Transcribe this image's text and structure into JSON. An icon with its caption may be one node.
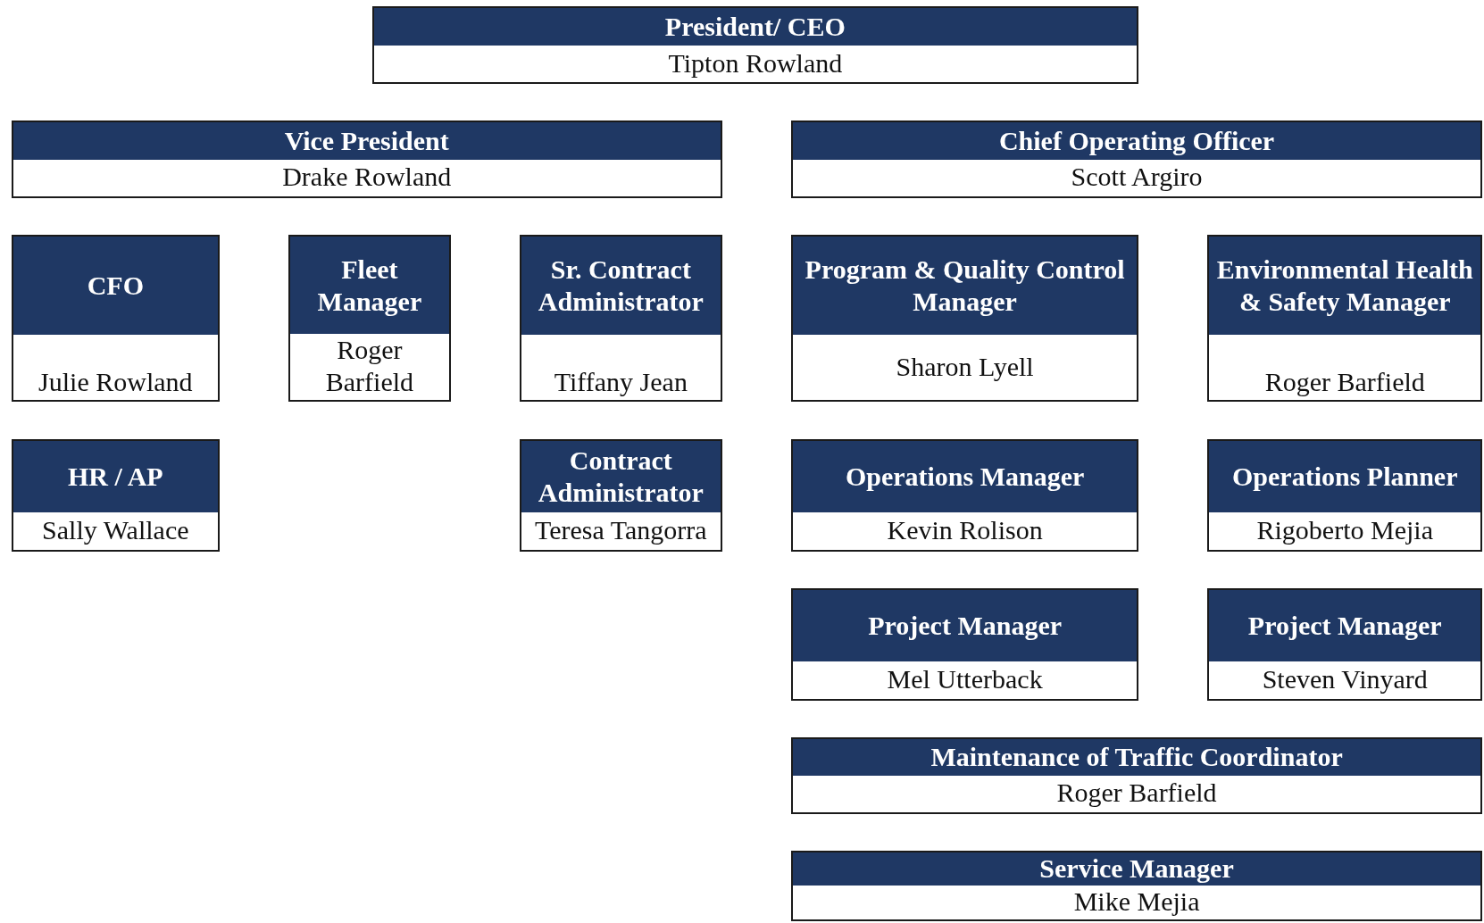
{
  "diagram": {
    "nodes": [
      {
        "text": [
          "President/ CEO",
          "Tipton Rowland"
        ]
      },
      {
        "text": [
          "Vice President",
          "Drake Rowland"
        ]
      },
      {
        "text": [
          "Chief Operating Officer",
          "Scott Argiro"
        ]
      },
      {
        "text": [
          "CFO",
          "Julie Rowland"
        ]
      },
      {
        "text": [
          "Fleet Manager",
          "Roger Barfield"
        ]
      },
      {
        "text": [
          "Sr. Contract Administrator",
          "Tiffany Jean"
        ]
      },
      {
        "text": [
          "Program & Quality Control Manager",
          "Sharon Lyell"
        ]
      },
      {
        "text": [
          "Environmental Health & Safety Manager",
          "Roger Barfield"
        ]
      },
      {
        "text": [
          "HR / AP",
          "Sally Wallace"
        ]
      },
      {
        "text": [
          "Contract Administrator",
          "Teresa Tangorra"
        ]
      },
      {
        "text": [
          "Operations Manager",
          "Kevin Rolison"
        ]
      },
      {
        "text": [
          "Operations Planner",
          "Rigoberto Mejia"
        ]
      },
      {
        "text": [
          "Project Manager",
          "Mel Utterback"
        ]
      },
      {
        "text": [
          "Project Manager",
          "Steven Vinyard"
        ]
      },
      {
        "text": [
          "Maintenance of Traffic Coordinator",
          "Roger Barfield"
        ]
      },
      {
        "text": [
          "Service Manager",
          "Mike Mejia"
        ]
      }
    ]
  }
}
